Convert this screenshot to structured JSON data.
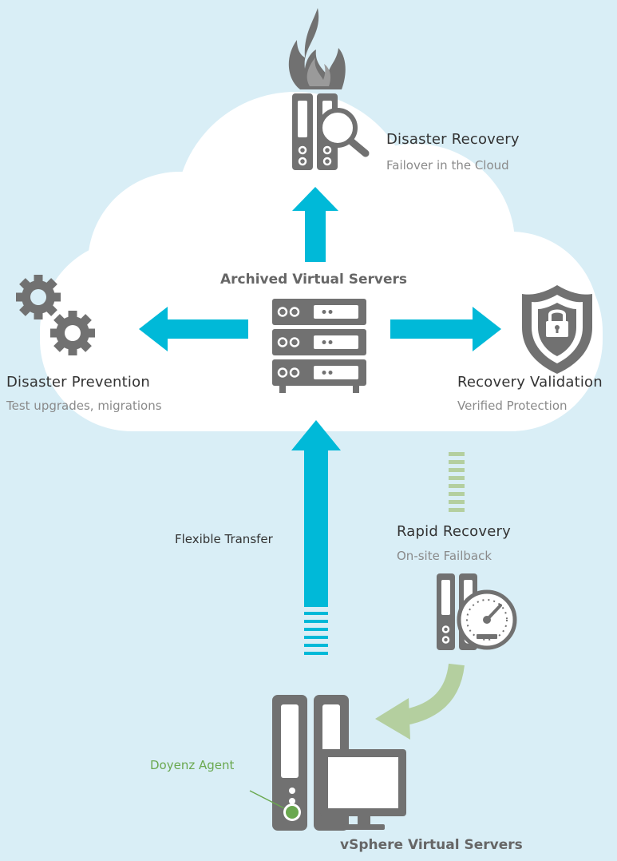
{
  "nodes": {
    "disaster_recovery": {
      "title": "Disaster Recovery",
      "subtitle": "Failover in the Cloud"
    },
    "archived_servers": {
      "title": "Archived Virtual Servers"
    },
    "disaster_prevention": {
      "title": "Disaster Prevention",
      "subtitle": "Test upgrades, migrations"
    },
    "recovery_validation": {
      "title": "Recovery Validation",
      "subtitle": "Verified Protection"
    },
    "rapid_recovery": {
      "title": "Rapid Recovery",
      "subtitle": "On-site Failback"
    },
    "vsphere": {
      "title": "vSphere Virtual Servers",
      "agent_label": "Doyenz Agent"
    }
  },
  "edges": {
    "transfer_label": "Flexible Transfer"
  },
  "colors": {
    "background": "#d9eef6",
    "cloud": "#ffffff",
    "arrow": "#00b9d8",
    "icon": "#717171",
    "green_arrow": "#b4cf9f",
    "agent_green": "#6aa84f"
  },
  "icons": [
    "flame-icon",
    "server-search-icon",
    "server-rack-icon",
    "gears-icon",
    "shield-lock-icon",
    "server-gauge-icon",
    "server-monitor-icon"
  ]
}
